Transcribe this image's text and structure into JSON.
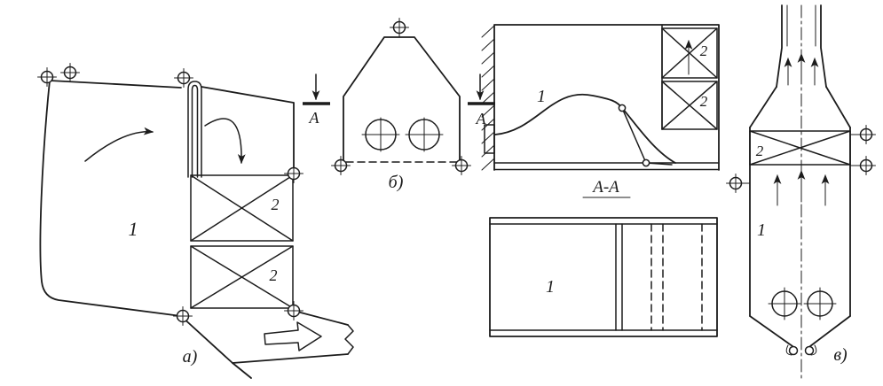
{
  "style": {
    "background": "#ffffff",
    "line_color": "#1c1c1c"
  },
  "figures": {
    "a": {
      "caption": "а)",
      "zone_label": "1",
      "heater_labels": [
        "2",
        "2"
      ]
    },
    "b": {
      "caption": "б)",
      "section_cut_labels": [
        "А",
        "А"
      ]
    },
    "section_aa": {
      "title": "А-А",
      "side_view_zone_label": "1",
      "heater_labels": [
        "2",
        "2"
      ],
      "plan_view_zone_label": "1"
    },
    "v": {
      "caption": "в)",
      "zone_label": "1",
      "heater_label": "2"
    }
  }
}
